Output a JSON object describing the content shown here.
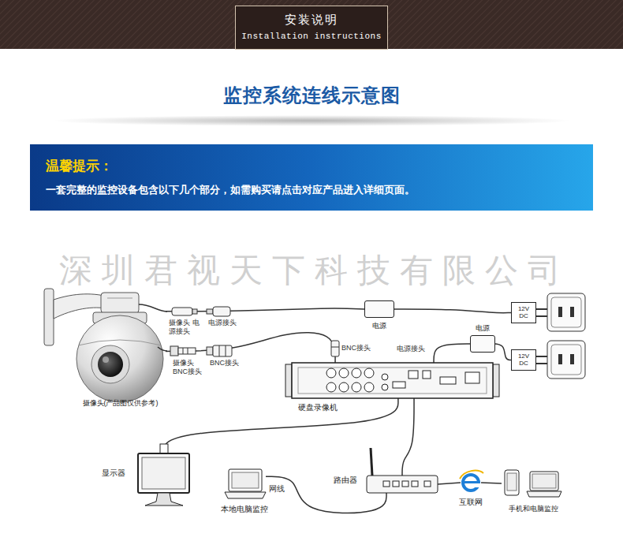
{
  "diagram": {
    "title": "监控系统连线示意图",
    "nodes": [
      {
        "text": [
          "安装说明",
          "Installation instructions"
        ]
      },
      {
        "text": [
          "温馨提示：",
          "一套完整的监控设备包含以下几个部分，如需购买请点击对应产品进入详细页面。"
        ]
      },
      {
        "text": [
          "摄像头(产品图仅供参考)"
        ]
      },
      {
        "text": [
          "电源"
        ]
      },
      {
        "text": [
          "12V DC"
        ]
      },
      {
        "text": [
          "电源"
        ]
      },
      {
        "text": [
          "12V DC"
        ]
      },
      {
        "text": [
          "硬盘录像机"
        ]
      },
      {
        "text": [
          "显示器"
        ]
      },
      {
        "text": [
          "本地电脑监控"
        ]
      },
      {
        "text": [
          "路由器"
        ]
      },
      {
        "text": [
          "互联网"
        ]
      },
      {
        "text": [
          "手机和电脑监控"
        ]
      }
    ],
    "edges": [
      {
        "from": 2,
        "to": 3,
        "arrow": "none"
      },
      {
        "from": 3,
        "to": 4,
        "arrow": "none"
      },
      {
        "from": 2,
        "to": 7,
        "arrow": "none"
      },
      {
        "from": 7,
        "to": 5,
        "arrow": "none"
      },
      {
        "from": 5,
        "to": 6,
        "arrow": "none"
      },
      {
        "from": 7,
        "to": 8,
        "arrow": "none"
      },
      {
        "from": 7,
        "to": 10,
        "arrow": "none"
      },
      {
        "from": 9,
        "to": 10,
        "label": "网线",
        "arrow": "none"
      },
      {
        "from": 10,
        "to": 11,
        "arrow": "none"
      },
      {
        "from": 11,
        "to": 12,
        "arrow": "none"
      }
    ],
    "labels": [
      "深圳君视天下科技有限公司",
      "摄像头 电源接头",
      "电源接头",
      "摄像头 BNC接头",
      "BNC接头",
      "BNC接头",
      "电源接头"
    ]
  }
}
